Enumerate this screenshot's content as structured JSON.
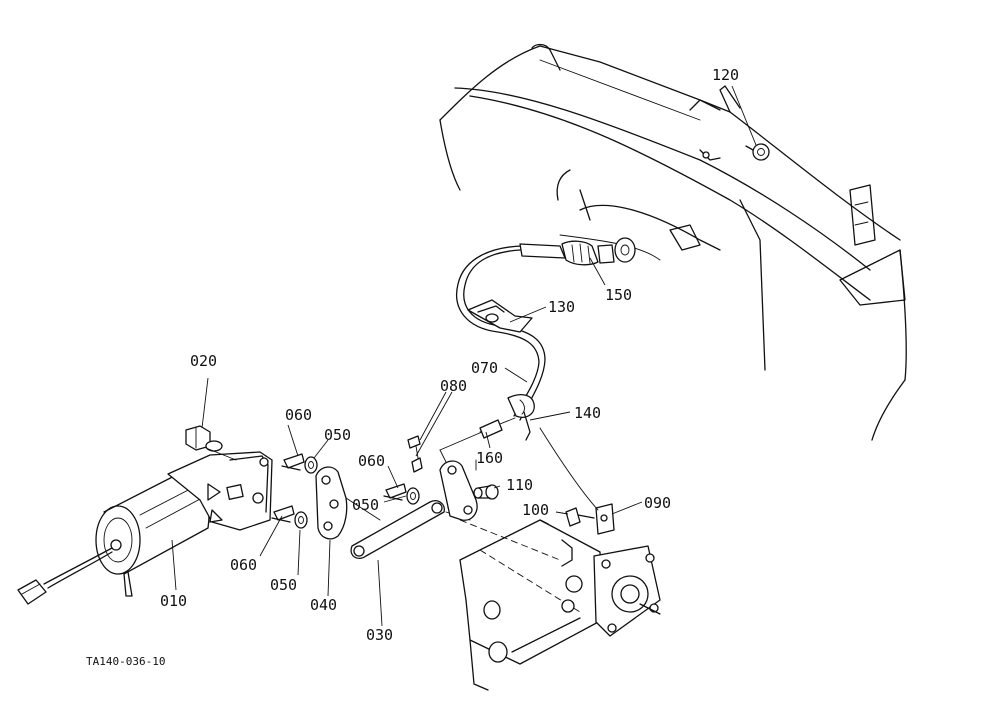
{
  "drawing_code": "TA140-036-10",
  "parts": {
    "p010": "010",
    "p020": "020",
    "p030": "030",
    "p040": "040",
    "p050_a": "050",
    "p050_b": "050",
    "p050_c": "050",
    "p060_a": "060",
    "p060_b": "060",
    "p060_c": "060",
    "p070": "070",
    "p080": "080",
    "p090": "090",
    "p100": "100",
    "p110": "110",
    "p120": "120",
    "p130": "130",
    "p140": "140",
    "p150": "150",
    "p160": "160"
  }
}
